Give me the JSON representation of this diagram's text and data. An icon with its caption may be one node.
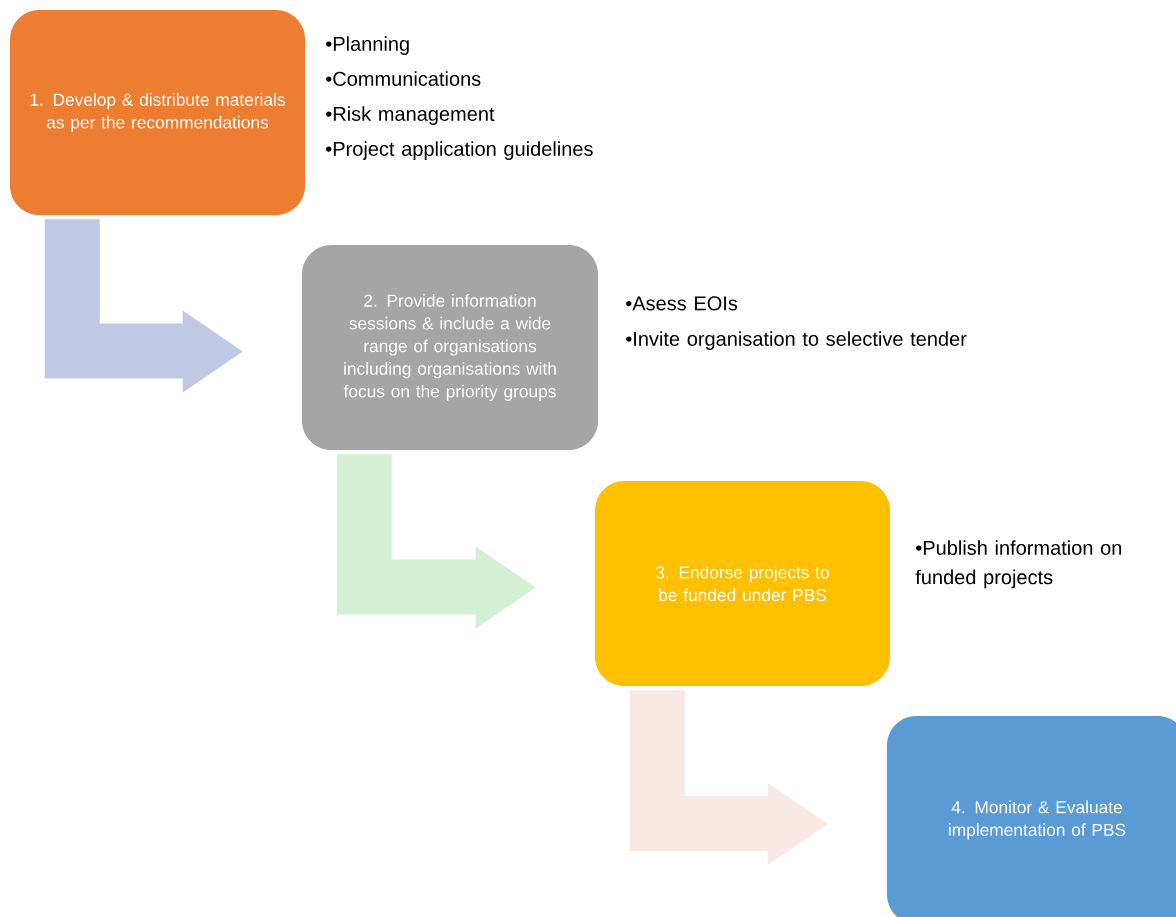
{
  "diagram": {
    "nodes": [
      {
        "text": [
          "1. Develop & distribute materials as per the recommendations"
        ],
        "beside": [
          "•Planning",
          "•Communications",
          "•Risk management",
          "•Project application guidelines"
        ]
      },
      {
        "text": [
          "2. Provide information sessions & include a wide range of organisations including organisations with focus on the priority groups"
        ],
        "beside": [
          "•Asess EOIs",
          "•Invite organisation to selective tender"
        ]
      },
      {
        "text": [
          "3. Endorse projects to be funded under PBS"
        ],
        "beside": [
          "•Publish information on funded projects"
        ]
      },
      {
        "text": [
          "4. Monitor & Evaluate implementation of PBS"
        ]
      }
    ],
    "edges": [
      {
        "from": 0,
        "to": 1,
        "arrow": "to",
        "color": "#bfc9e3"
      },
      {
        "from": 1,
        "to": 2,
        "arrow": "to",
        "color": "#d4f0d4"
      },
      {
        "from": 2,
        "to": 3,
        "arrow": "to",
        "color": "#f8e9e4"
      }
    ]
  }
}
